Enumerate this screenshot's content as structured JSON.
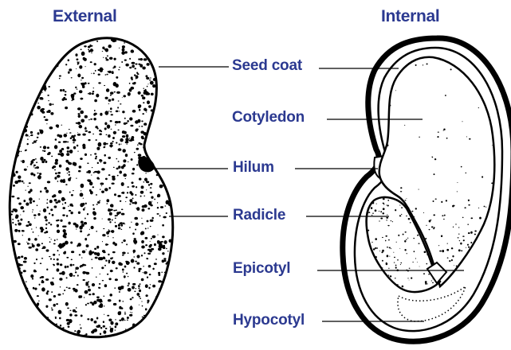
{
  "headings": {
    "external": "External",
    "internal": "Internal"
  },
  "labels": {
    "seed_coat": "Seed coat",
    "cotyledon": "Cotyledon",
    "hilum": "Hilum",
    "radicle": "Radicle",
    "epicotyl": "Epicotyl",
    "hypocotyl": "Hypocotyl"
  },
  "colors": {
    "label_text": "#2b3990",
    "line": "#000000",
    "stipple": "#000000",
    "background": "#ffffff"
  }
}
